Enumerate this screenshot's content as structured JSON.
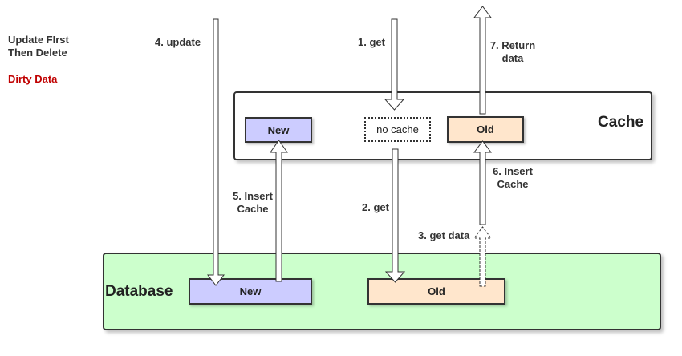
{
  "notes": {
    "line1": "Update FIrst",
    "line2": "Then Delete",
    "warning": "Dirty Data"
  },
  "cache": {
    "title": "Cache",
    "new_box": "New",
    "no_cache_box": "no cache",
    "old_box": "Old"
  },
  "database": {
    "title": "Database",
    "new_box": "New",
    "old_box": "Old"
  },
  "steps": {
    "step1": "1. get",
    "step2": "2. get",
    "step3": "3. get data",
    "step4": "4. update",
    "step5_l1": "5. Insert",
    "step5_l2": "Cache",
    "step6_l1": "6. Insert",
    "step6_l2": "Cache",
    "step7_l1": "7. Return",
    "step7_l2": "data"
  }
}
